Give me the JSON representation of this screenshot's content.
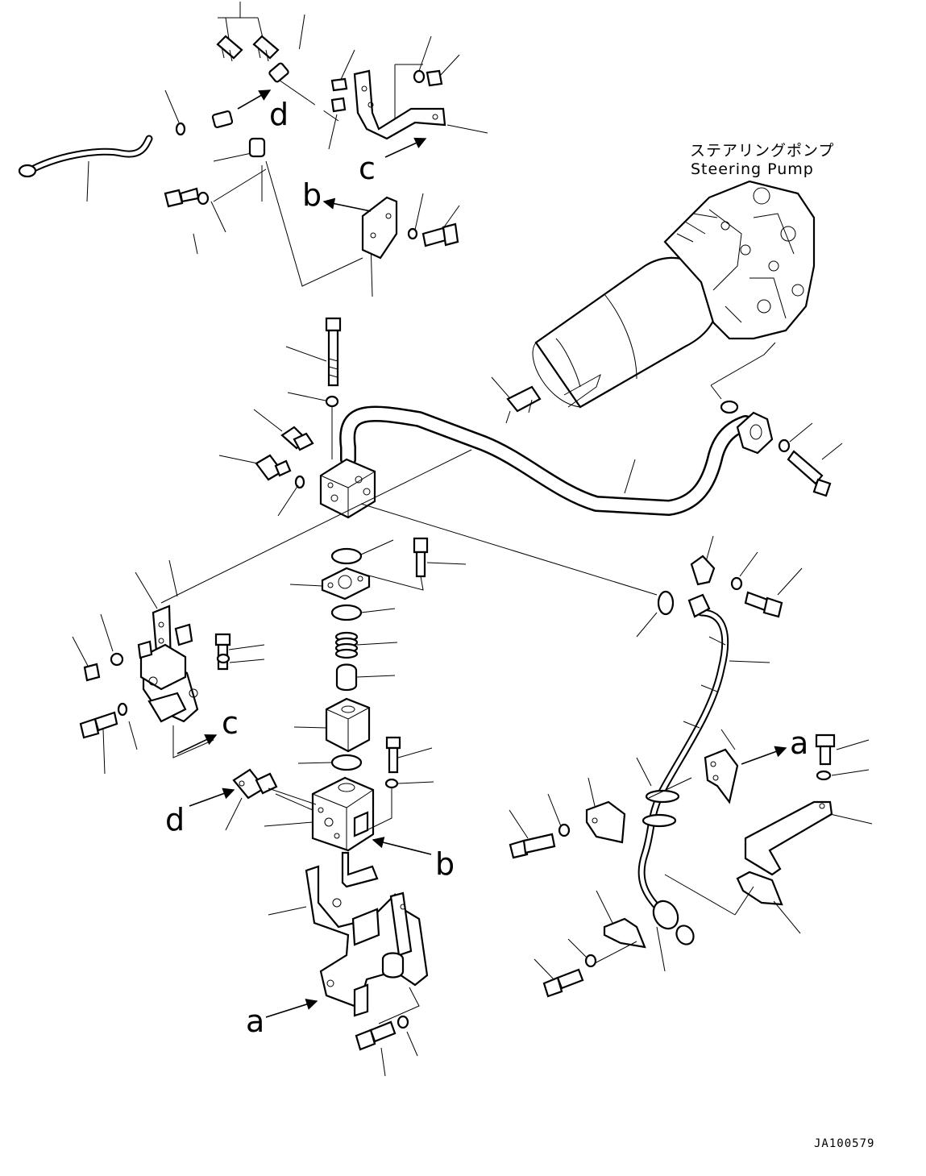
{
  "diagram": {
    "pump_label_jp": "ステアリングポンプ",
    "pump_label_en": "Steering Pump",
    "drawing_code": "JA100579",
    "view_labels": {
      "a": "a",
      "b": "b",
      "c": "c",
      "d": "d"
    },
    "colors": {
      "ink": "#000000",
      "paper": "#ffffff"
    }
  }
}
